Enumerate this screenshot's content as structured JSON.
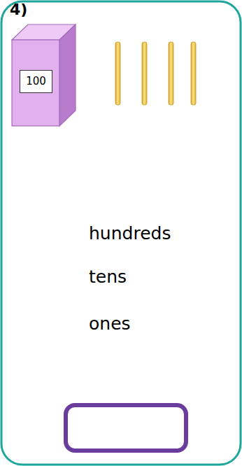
{
  "diagram": {
    "nodes": [
      {
        "text": [
          "100"
        ]
      }
    ],
    "labels": [
      "4)",
      "hundreds",
      "tens",
      "ones"
    ]
  }
}
